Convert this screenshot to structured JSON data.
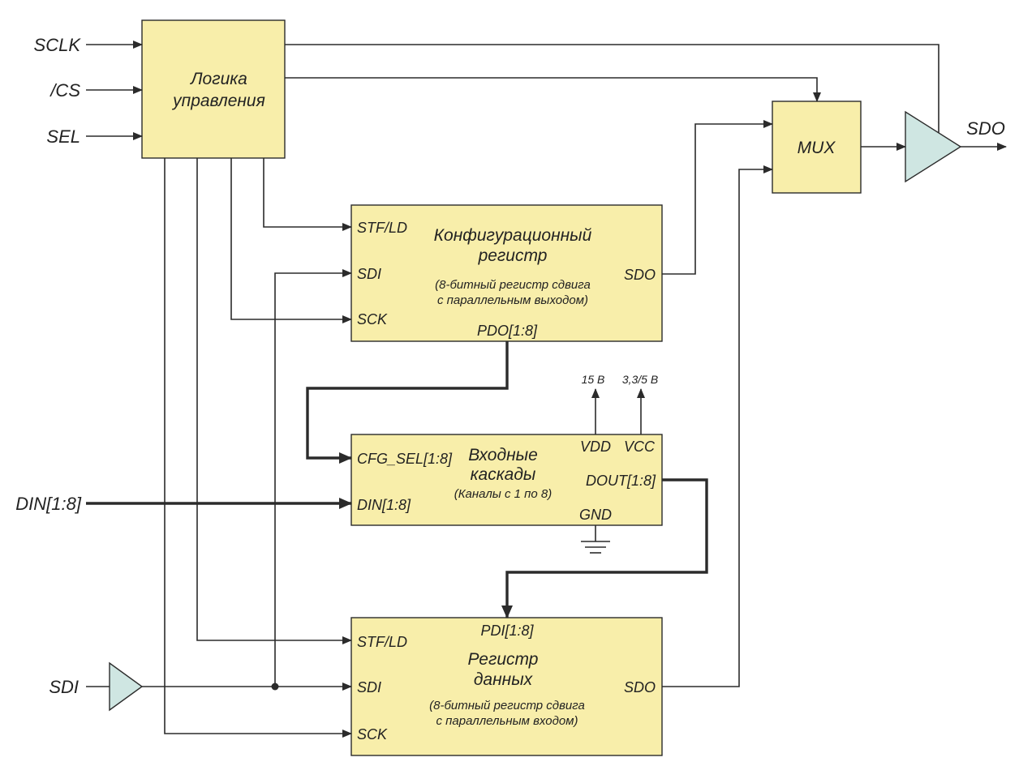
{
  "inputs": {
    "sclk": "SCLK",
    "cs": "/CS",
    "sel": "SEL",
    "din": "DIN[1:8]",
    "sdi": "SDI"
  },
  "output": {
    "sdo": "SDO"
  },
  "control_logic": {
    "line1": "Логика",
    "line2": "управления"
  },
  "config_register": {
    "title1": "Конфигурационный",
    "title2": "регистр",
    "note1": "(8-битный регистр сдвига",
    "note2": "с параллельным выходом)",
    "port_stf": "STF/LD",
    "port_sdi": "SDI",
    "port_sck": "SCK",
    "port_sdo": "SDO",
    "port_pdo": "PDO[1:8]"
  },
  "input_stages": {
    "title1": "Входные",
    "title2": "каскады",
    "note": "(Каналы с 1 по 8)",
    "port_cfg": "CFG_SEL[1:8]",
    "port_din": "DIN[1:8]",
    "port_vdd": "VDD",
    "port_vcc": "VCC",
    "port_dout": "DOUT[1:8]",
    "port_gnd": "GND",
    "supply_vdd": "15 В",
    "supply_vcc": "3,3/5 В"
  },
  "data_register": {
    "title1": "Регистр",
    "title2": "данных",
    "note1": "(8-битный регистр сдвига",
    "note2": "с параллельным входом)",
    "port_pdi": "PDI[1:8]",
    "port_stf": "STF/LD",
    "port_sdi": "SDI",
    "port_sck": "SCK",
    "port_sdo": "SDO"
  },
  "mux": {
    "label": "MUX"
  },
  "colors": {
    "block_fill": "#f8eeaa",
    "buffer_fill": "#cfe6e2",
    "line": "#2b2b2b"
  }
}
